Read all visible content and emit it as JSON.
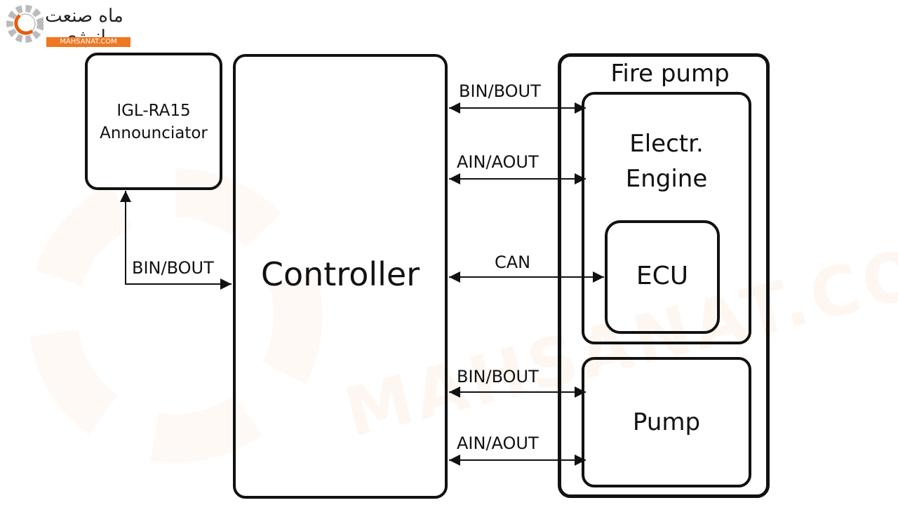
{
  "logo": {
    "name": "ماه صنعت انرژی",
    "url": "MAHSANAT.COM"
  },
  "watermark": "MAHSANAT.COM",
  "nodes": {
    "announciator": {
      "line1": "IGL-RA15",
      "line2": "Announciator"
    },
    "controller": "Controller",
    "fire_pump": "Fire pump",
    "engine": {
      "line1": "Electr.",
      "line2": "Engine"
    },
    "ecu": "ECU",
    "pump": "Pump"
  },
  "edges": {
    "announciator_link": "BIN/BOUT",
    "engine_bin_bout": "BIN/BOUT",
    "engine_ain_aout": "AIN/AOUT",
    "ecu_can": "CAN",
    "pump_bin_bout": "BIN/BOUT",
    "pump_ain_aout": "AIN/AOUT"
  },
  "colors": {
    "line": "#111111",
    "brand_orange": "#ee7722"
  }
}
